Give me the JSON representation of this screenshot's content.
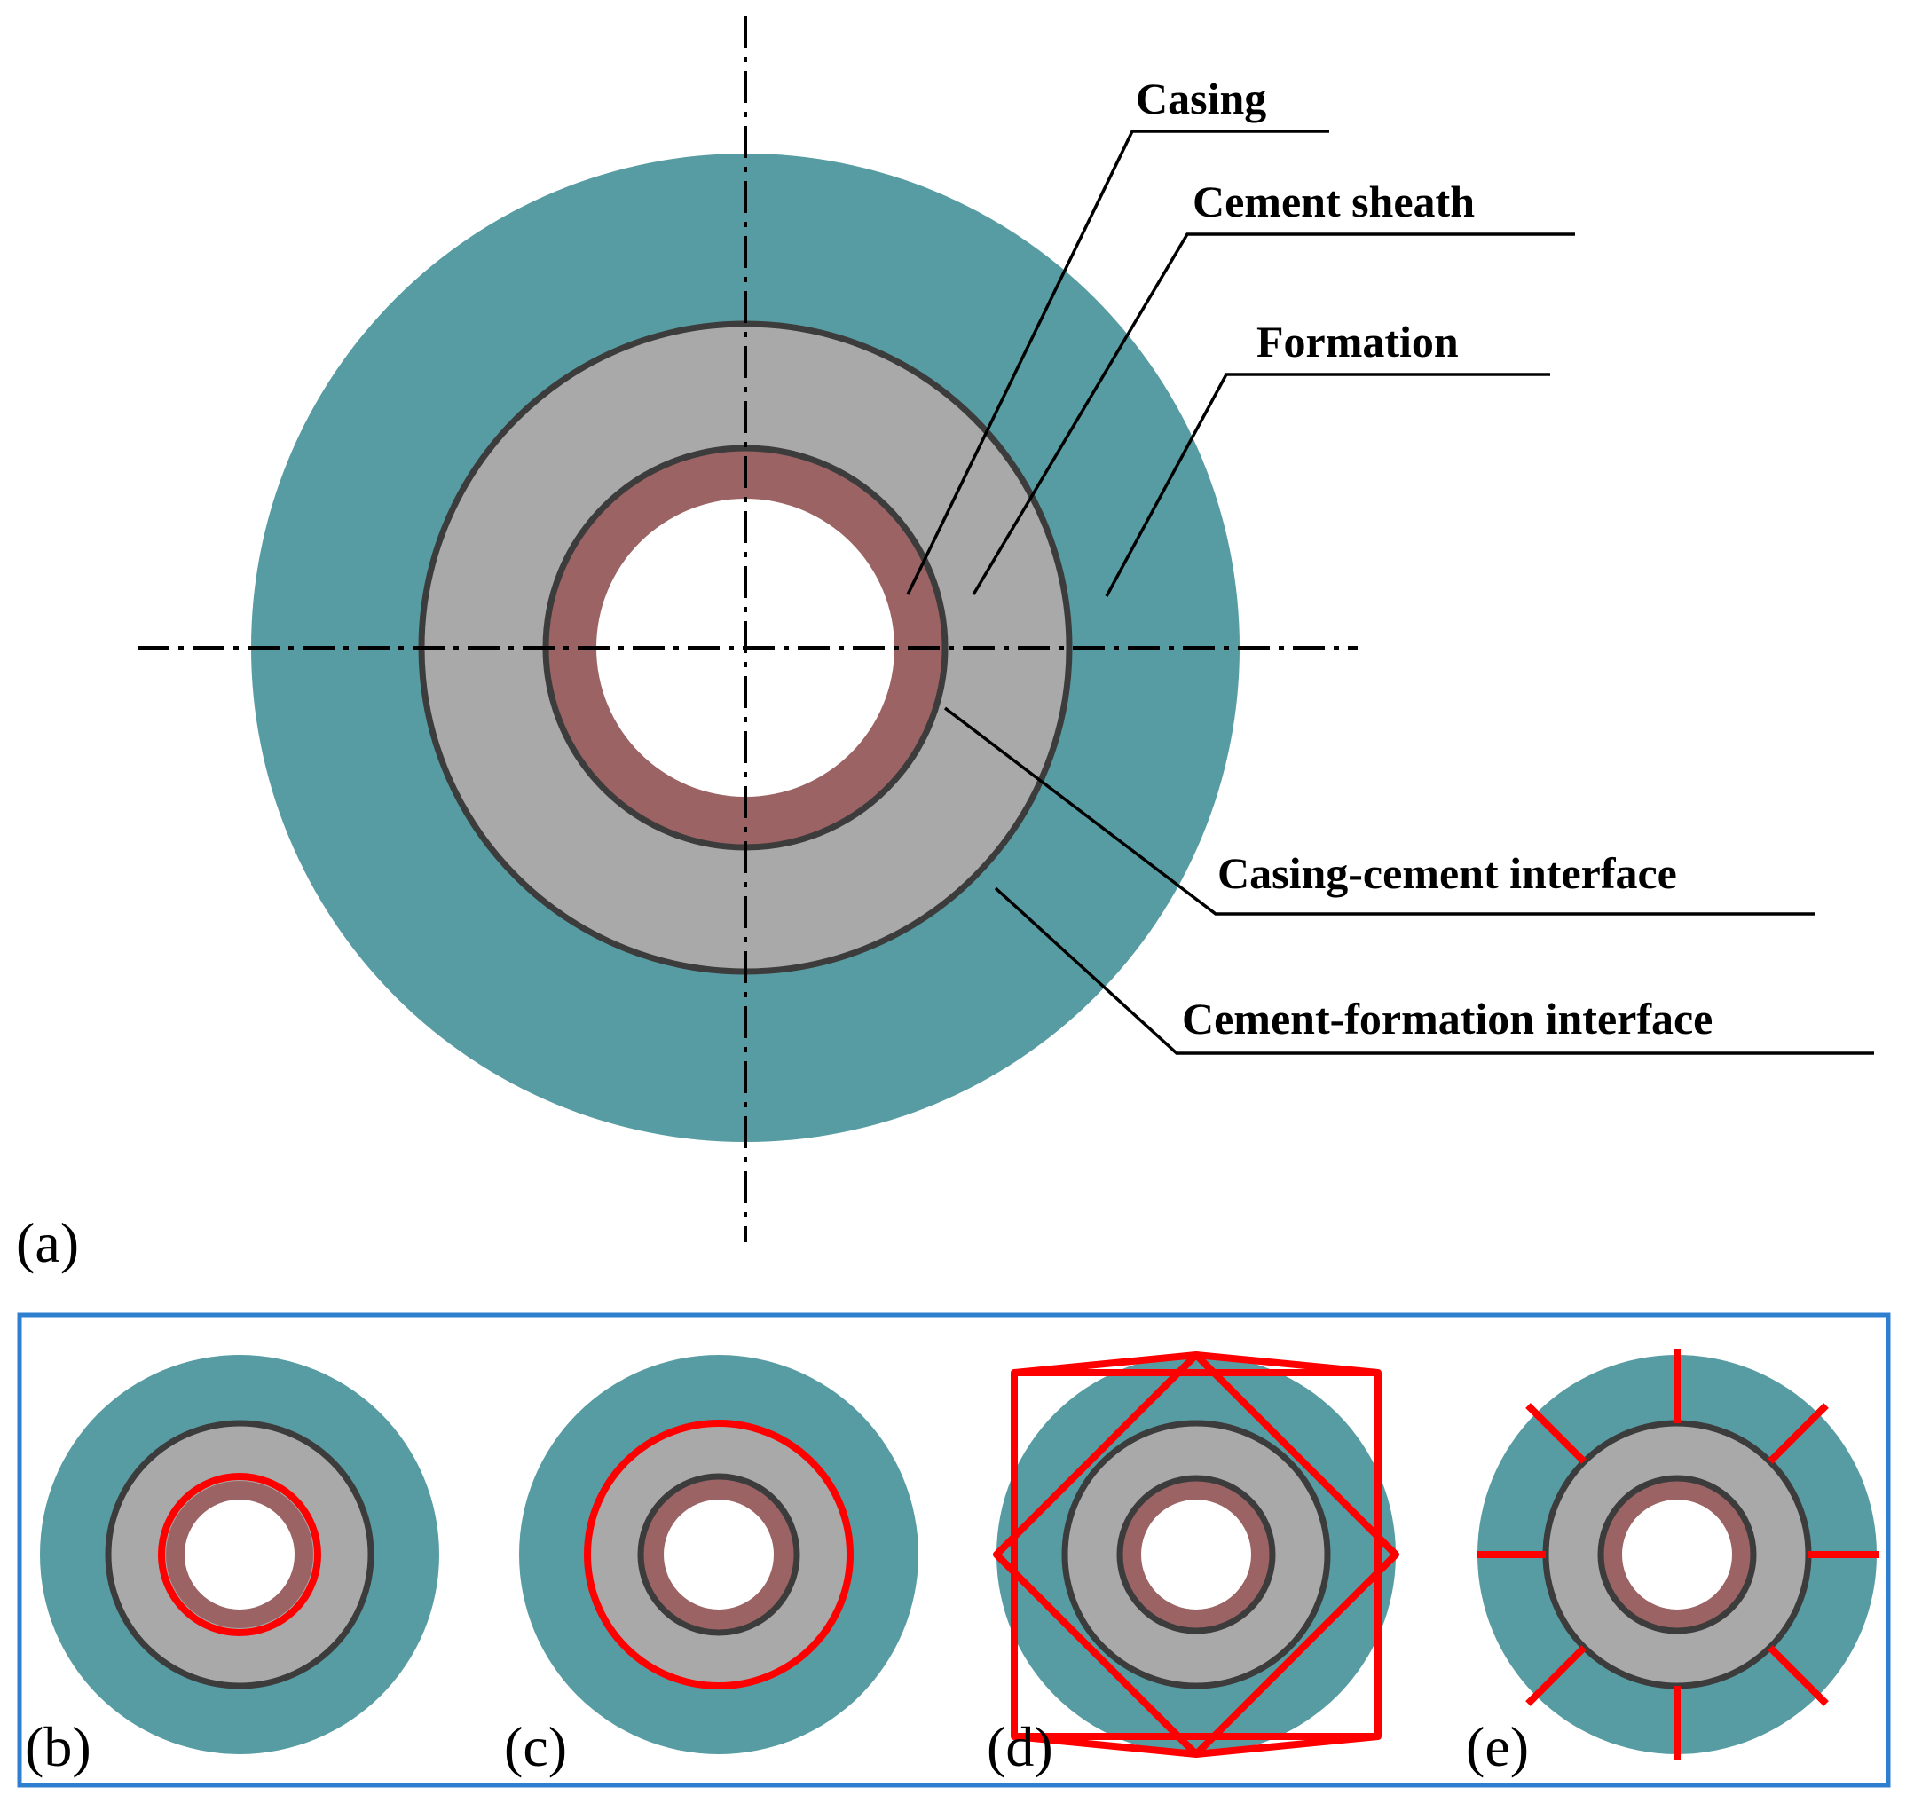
{
  "main_diagram": {
    "panel_label": "(a)",
    "labels": {
      "casing": "Casing",
      "cement_sheath": "Cement sheath",
      "formation": "Formation",
      "casing_cement_interface": "Casing-cement interface",
      "cement_formation_interface": "Cement-formation interface"
    }
  },
  "failure_modes": [
    {
      "panel_label": "(b)"
    },
    {
      "panel_label": "(c)"
    },
    {
      "panel_label": "(d)"
    },
    {
      "panel_label": "(e)"
    }
  ],
  "colors": {
    "formation": "#579ca3",
    "cement": "#a9a9a9",
    "casing": "#9b6363",
    "interface_stroke": "#3c3c3c",
    "failure": "#ff0000",
    "frame": "#2f7fd0"
  }
}
